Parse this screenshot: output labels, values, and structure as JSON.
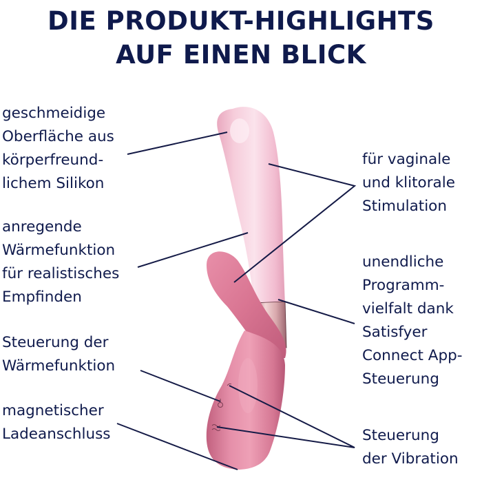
{
  "header": {
    "title_line1": "DIE PRODUKT-HIGHLIGHTS",
    "title_line2": "AUF EINEN BLICK"
  },
  "colors": {
    "text": "#0f1a4c",
    "leader_line": "#141a46",
    "shaft_light": "#f4c6d6",
    "shaft_highlight": "#fbe4ec",
    "handle_pink": "#d97d98",
    "handle_dark": "#c05f7c",
    "ring_metal": "#c89a9a"
  },
  "features_left": [
    {
      "id": "surface",
      "lines": [
        "geschmeidige",
        "Oberfläche aus",
        "körperfreund-",
        "lichem Silikon"
      ]
    },
    {
      "id": "warming",
      "lines": [
        "anregende",
        "Wärmefunktion",
        "für realistisches",
        "Empfinden"
      ]
    },
    {
      "id": "heat-control",
      "lines": [
        "Steuerung der",
        "Wärmefunktion"
      ]
    },
    {
      "id": "charging",
      "lines": [
        "magnetischer",
        "Ladeanschluss"
      ]
    }
  ],
  "features_right": [
    {
      "id": "stimulation",
      "lines": [
        "für vaginale",
        "und klitorale",
        "Stimulation"
      ]
    },
    {
      "id": "app",
      "lines": [
        "unendliche",
        "Programm-",
        "vielfalt dank",
        "Satisfyer",
        "Connect App-",
        "Steuerung"
      ]
    },
    {
      "id": "vibration-control",
      "lines": [
        "Steuerung",
        "der Vibration"
      ]
    }
  ],
  "product": {
    "icons": [
      "heat-icon",
      "power-icon",
      "vibration-icon"
    ]
  }
}
